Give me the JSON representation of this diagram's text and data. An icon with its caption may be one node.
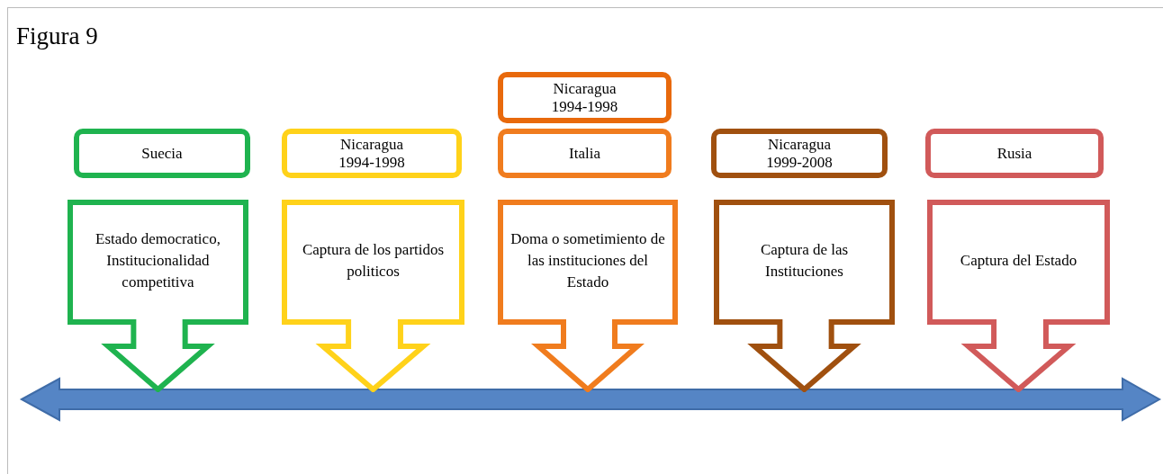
{
  "diagram": {
    "title": "Figura 9",
    "nodes": [
      {
        "text": [
          "Nicaragua 1994-1998"
        ]
      },
      {
        "text": [
          "Suecia"
        ]
      },
      {
        "text": [
          "Nicaragua 1994-1998"
        ]
      },
      {
        "text": [
          "Italia"
        ]
      },
      {
        "text": [
          "Nicaragua 1999-2008"
        ]
      },
      {
        "text": [
          "Rusia"
        ]
      },
      {
        "text": [
          "Estado democratico, Institucionalidad competitiva"
        ]
      },
      {
        "text": [
          "Captura de los partidos politicos"
        ]
      },
      {
        "text": [
          "Doma o sometimiento de las instituciones del Estado"
        ]
      },
      {
        "text": [
          "Captura de las Instituciones"
        ]
      },
      {
        "text": [
          "Captura del Estado"
        ]
      }
    ],
    "edges": []
  }
}
